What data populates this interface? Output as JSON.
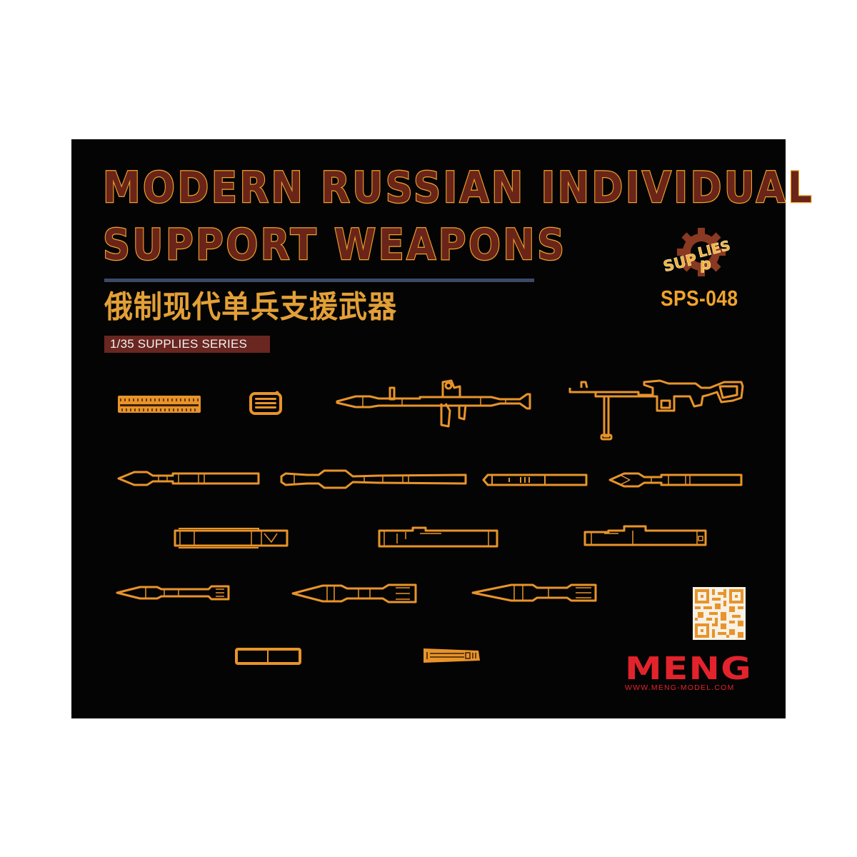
{
  "title": {
    "line1": "Modern Russian Individual",
    "line2": "Support Weapons",
    "chinese": "俄制现代单兵支援武器"
  },
  "series_badge": "1/35 SUPPLIES SERIES",
  "supplier_logo_text": "SUPPLIES",
  "sku": "SPS-048",
  "brand": {
    "name": "MENG",
    "url": "WWW.MENG-MODEL.COM"
  },
  "colors": {
    "panel_bg": "#050404",
    "title_fill": "#6b2418",
    "title_outline": "#f0a42c",
    "parts_orange": "#e8942a",
    "divider": "#3b4a66",
    "badge_bg": "#6a2620",
    "brand_red": "#e3232c"
  },
  "parts": {
    "row1": [
      "ammo-belt",
      "ammo-box",
      "rpg-launcher",
      "machine-gun"
    ],
    "row2": [
      "rocket-grenade-1",
      "rocket-grenade-2",
      "rocket-grenade-3",
      "rocket-grenade-4"
    ],
    "row3": [
      "launcher-tube-1",
      "launcher-tube-2",
      "launcher-tube-3"
    ],
    "row4": [
      "grenade-round-1",
      "grenade-round-2",
      "grenade-round-3"
    ],
    "row5": [
      "rectangular-case",
      "small-tube"
    ]
  },
  "qr_code_label": "qr-code"
}
